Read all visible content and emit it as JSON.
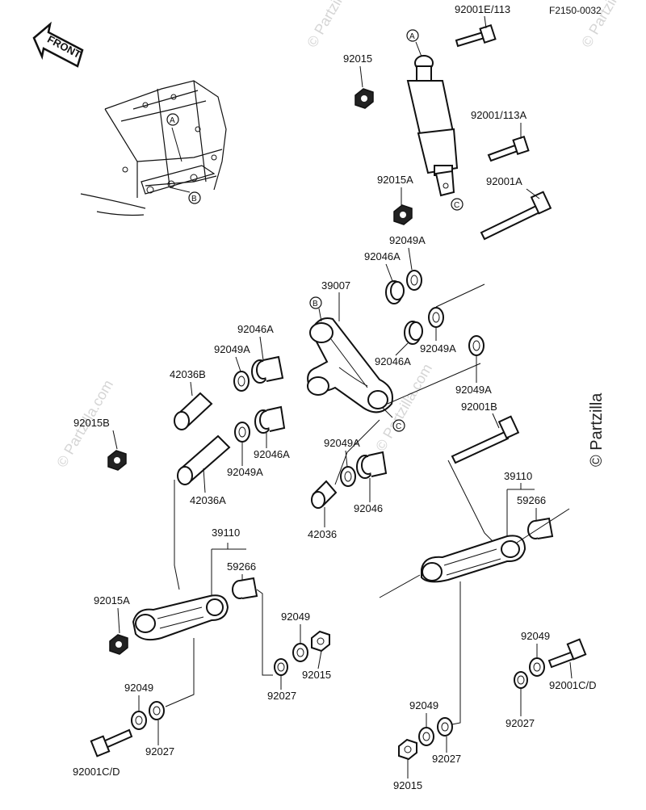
{
  "diagram_code": "F2150-0032",
  "front_label": "FRONT",
  "watermark": "© Partzilla.com",
  "watermark_side": "© Partzilla",
  "ref_marks": {
    "a": "A",
    "b": "B",
    "c": "C"
  },
  "parts": {
    "p92001E113": "92001E/113",
    "p92015_top": "92015",
    "p92001_113A": "92001/113A",
    "p92015A_top": "92015A",
    "p92001A": "92001A",
    "p92049A_1": "92049A",
    "p92046A_1": "92046A",
    "p39007": "39007",
    "p92046A_2": "92046A",
    "p92049A_2": "92049A",
    "p92046A_3": "92046A",
    "p92049A_3": "92049A",
    "p92049A_4": "92049A",
    "p92001B": "92001B",
    "p42036B": "42036B",
    "p92015B": "92015B",
    "p92046A_4": "92046A",
    "p92049A_5": "92049A",
    "p42036A": "42036A",
    "p92049A_6": "92049A",
    "p92046": "92046",
    "p42036": "42036",
    "p39110_l": "39110",
    "p59266_l": "59266",
    "p39110_r": "39110",
    "p59266_r": "59266",
    "p92015A_l": "92015A",
    "p92049_mid": "92049",
    "p92015_mid": "92015",
    "p92027_mid": "92027",
    "p92049_l": "92049",
    "p92027_l": "92027",
    "p92001CD_l": "92001C/D",
    "p92049_r": "92049",
    "p92001CD_r": "92001C/D",
    "p92027_r": "92027",
    "p92049_br": "92049",
    "p92027_br": "92027",
    "p92015_br": "92015"
  }
}
